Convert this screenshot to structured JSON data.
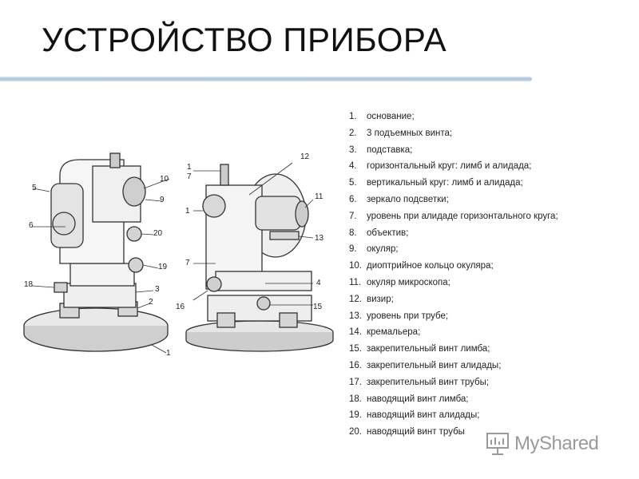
{
  "title": "УСТРОЙСТВО ПРИБОРА",
  "figure": {
    "left_view_callouts": [
      "10",
      "5",
      "9",
      "6",
      "20",
      "19",
      "18",
      "3",
      "2",
      "1"
    ],
    "right_view_callouts": [
      "1",
      "7",
      "12",
      "11",
      "1",
      "13",
      "7",
      "4",
      "16",
      "15"
    ]
  },
  "parts": [
    {
      "num": "1.",
      "label": "основание;"
    },
    {
      "num": "2.",
      "label": "3 подъемных винта;"
    },
    {
      "num": "3.",
      "label": "подставка;"
    },
    {
      "num": "4.",
      "label": "горизонтальный круг: лимб и алидада;"
    },
    {
      "num": "5.",
      "label": "вертикальный круг: лимб и алидада;"
    },
    {
      "num": "6.",
      "label": "зеркало подсветки;"
    },
    {
      "num": "7.",
      "label": "уровень при алидаде горизонтального круга;"
    },
    {
      "num": "8.",
      "label": "объектив;"
    },
    {
      "num": "9.",
      "label": "окуляр;"
    },
    {
      "num": "10.",
      "label": "диоптрийное кольцо окуляра;"
    },
    {
      "num": "11.",
      "label": "окуляр микроскопа;"
    },
    {
      "num": "12.",
      "label": "визир;"
    },
    {
      "num": "13.",
      "label": "уровень при трубе;"
    },
    {
      "num": "14.",
      "label": "кремальера;"
    },
    {
      "num": "15.",
      "label": "закрепительный винт лимба;"
    },
    {
      "num": "16.",
      "label": "закрепительный винт алидады;"
    },
    {
      "num": "17.",
      "label": "закрепительный винт трубы;"
    },
    {
      "num": "18.",
      "label": "наводящий винт лимба;"
    },
    {
      "num": "19.",
      "label": "наводящий винт алидады;"
    },
    {
      "num": "20.",
      "label": "наводящий винт трубы"
    }
  ],
  "watermark": {
    "text": "MyShared",
    "icon": "presentation-board-icon"
  },
  "colors": {
    "title": "#111111",
    "rule": "#a9c3d6",
    "watermark": "#9a9a9a"
  }
}
